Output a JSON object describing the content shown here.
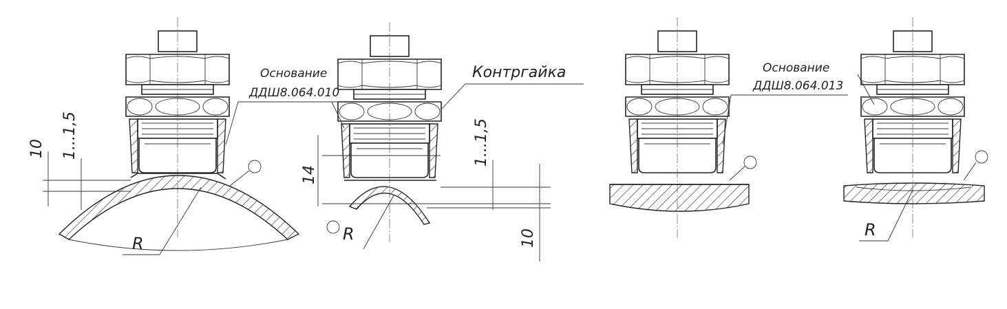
{
  "figures": [
    {
      "id": "a",
      "base_label": [
        "Основание",
        "ДДШ8.064.010"
      ],
      "dims": [
        "10",
        "1...1,5"
      ],
      "radius": "R"
    },
    {
      "id": "b",
      "nut_label": "Контргайка",
      "dims": [
        "14",
        "1...1,5",
        "10"
      ],
      "radius": "R"
    },
    {
      "id": "c",
      "base_label": [
        "Основание",
        "ДДШ8.064.013"
      ]
    },
    {
      "id": "d",
      "radius": "R"
    }
  ],
  "colors": {
    "line": "#222222",
    "background": "#ffffff"
  }
}
